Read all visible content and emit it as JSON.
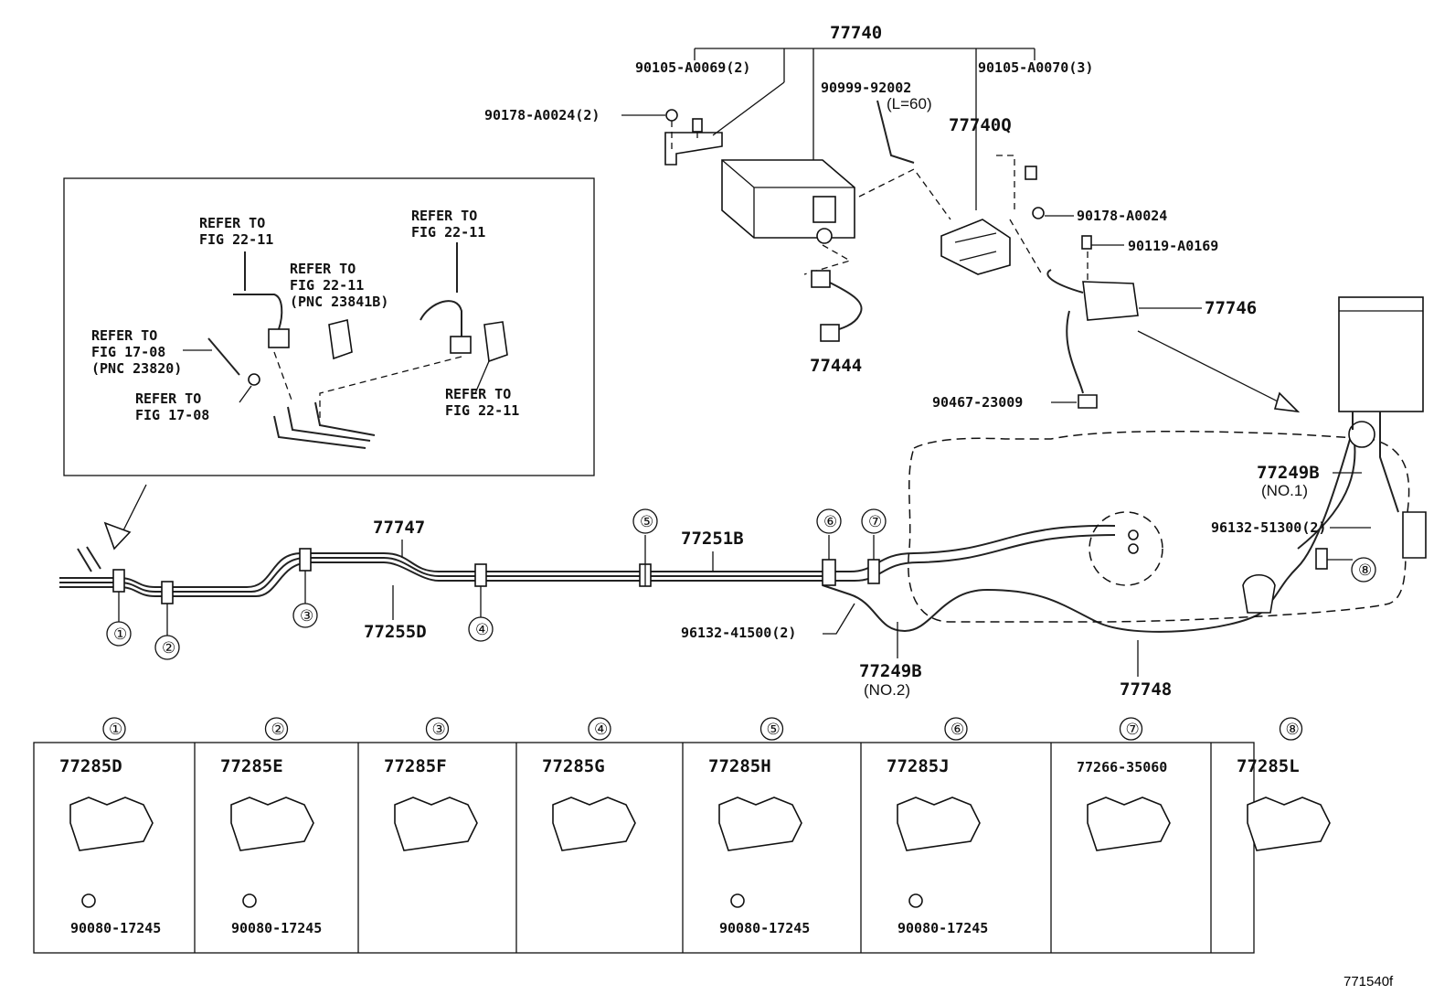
{
  "diagram_code": "771540f",
  "callouts": {
    "assembly": "77740",
    "bolt_2": "90105-A0069(2)",
    "bolt_3": "90105-A0070(3)",
    "hose": "90999-92002",
    "hose_len": "(L=60)",
    "nut_2": "90178-A0024(2)",
    "canister_label": "77740Q",
    "nut_1": "90178-A0024",
    "bolt_1": "90119-A0169",
    "valve": "77746",
    "sensor": "77444",
    "clamp_hose": "90467-23009",
    "tube_a": "77747",
    "tube_b": "77251B",
    "tube_c": "77255D",
    "clip_41500": "96132-41500(2)",
    "hose_no1": "77249B",
    "hose_no1_sub": "(NO.1)",
    "clip_51300": "96132-51300(2)",
    "hose_no2": "77249B",
    "hose_no2_sub": "(NO.2)",
    "tube_d": "77748"
  },
  "inset_notes": {
    "refer_to": "REFER TO",
    "fig_22_11": "FIG 22-11",
    "fig_17_08": "FIG 17-08",
    "pnc_23841b": "(PNC 23841B)",
    "pnc_23820": "(PNC 23820)"
  },
  "clamp_markers": [
    "①",
    "②",
    "③",
    "④",
    "⑤",
    "⑥",
    "⑦",
    "⑧"
  ],
  "table": [
    {
      "num": "①",
      "part": "77285D",
      "sub": "90080-17245"
    },
    {
      "num": "②",
      "part": "77285E",
      "sub": "90080-17245"
    },
    {
      "num": "③",
      "part": "77285F",
      "sub": ""
    },
    {
      "num": "④",
      "part": "77285G",
      "sub": ""
    },
    {
      "num": "⑤",
      "part": "77285H",
      "sub": "90080-17245"
    },
    {
      "num": "⑥",
      "part": "77285J",
      "sub": "90080-17245"
    },
    {
      "num": "⑦",
      "part": "77266-35060",
      "sub": ""
    },
    {
      "num": "⑧",
      "part": "77285L",
      "sub": ""
    }
  ]
}
